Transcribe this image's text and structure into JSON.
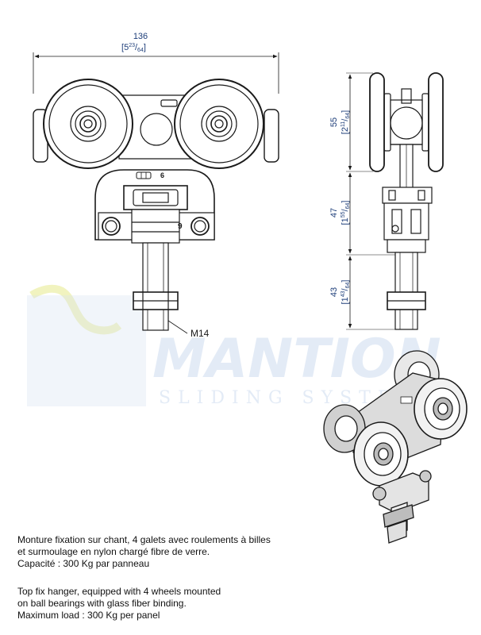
{
  "watermark": {
    "brand": "MANTION",
    "tagline": "SLIDING SYSTEMS"
  },
  "front_view": {
    "width_mm": "136",
    "width_in_whole": "5",
    "width_in_num": "23",
    "width_in_den": "64",
    "thread_label": "M14",
    "plate_marking": "6",
    "nut_marking": "9"
  },
  "side_view": {
    "dim_wheel": {
      "mm": "55",
      "in_whole": "2",
      "in_num": "11",
      "in_den": "64"
    },
    "dim_body": {
      "mm": "47",
      "in_whole": "1",
      "in_num": "55",
      "in_den": "64"
    },
    "dim_stud": {
      "mm": "43",
      "in_whole": "1",
      "in_num": "43",
      "in_den": "64"
    }
  },
  "description_fr": [
    "Monture fixation sur chant, 4 galets avec roulements à billes",
    "et surmoulage en nylon chargé fibre de verre.",
    "Capacité : 300 Kg par panneau"
  ],
  "description_en": [
    "Top fix hanger,  equipped with 4 wheels mounted",
    "on ball bearings with glass fiber binding.",
    "Maximum load : 300 Kg per panel"
  ]
}
